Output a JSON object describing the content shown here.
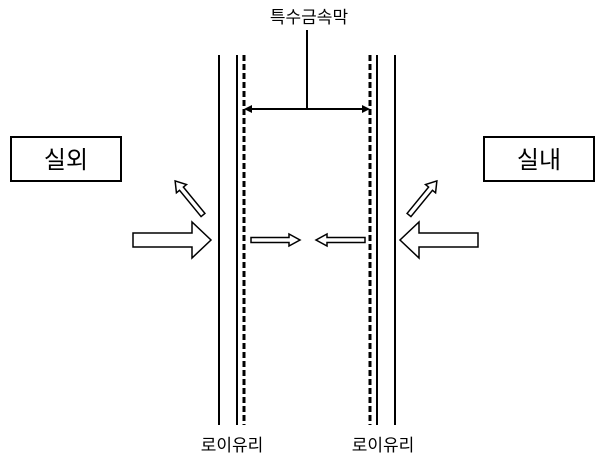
{
  "diagram": {
    "title": "특수금속막",
    "outdoor_label": "실외",
    "indoor_label": "실내",
    "left_pane_label": "로이유리",
    "right_pane_label": "로이유리"
  },
  "colors": {
    "line": "#000000",
    "background": "#ffffff"
  }
}
